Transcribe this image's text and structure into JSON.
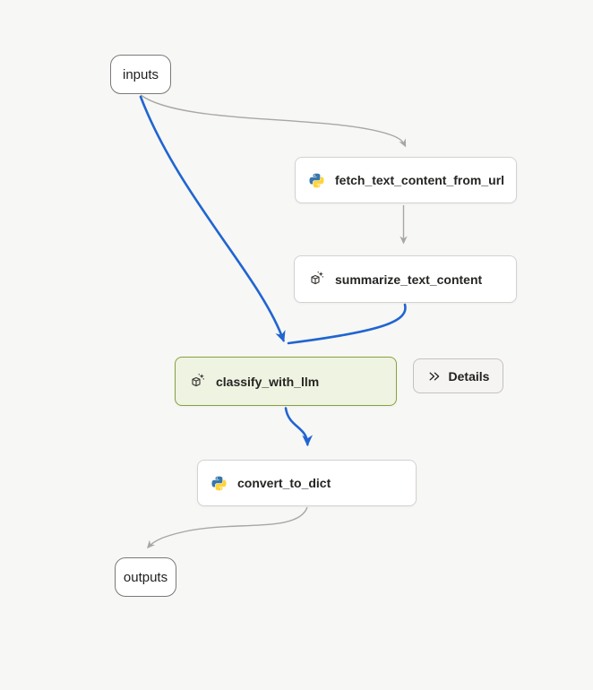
{
  "graph": {
    "nodes": {
      "inputs": {
        "label": "inputs",
        "kind": "flow-input"
      },
      "fetch": {
        "label": "fetch_text_content_from_url",
        "icon": "python-icon"
      },
      "summarize": {
        "label": "summarize_text_content",
        "icon": "llm-sparkle-cube-icon"
      },
      "classify": {
        "label": "classify_with_llm",
        "icon": "llm-sparkle-cube-icon",
        "selected": true
      },
      "convert": {
        "label": "convert_to_dict",
        "icon": "python-icon"
      },
      "outputs": {
        "label": "outputs",
        "kind": "flow-output"
      }
    },
    "edges": [
      {
        "from": "inputs",
        "to": "fetch",
        "color": "gray"
      },
      {
        "from": "inputs",
        "to": "classify",
        "color": "blue"
      },
      {
        "from": "fetch",
        "to": "summarize",
        "color": "gray"
      },
      {
        "from": "summarize",
        "to": "classify",
        "color": "blue"
      },
      {
        "from": "classify",
        "to": "convert",
        "color": "blue"
      },
      {
        "from": "convert",
        "to": "outputs",
        "color": "gray"
      }
    ]
  },
  "details_button": {
    "label": "Details",
    "icon": "double-chevron-right-icon"
  },
  "colors": {
    "canvas_bg": "#f7f7f5",
    "edge_gray": "#a9a7a5",
    "edge_blue": "#2065d1",
    "selected_node_bg": "#eef3e2",
    "selected_node_border": "#87a23c",
    "python_blue": "#3776ab",
    "python_yellow": "#ffd43b"
  }
}
